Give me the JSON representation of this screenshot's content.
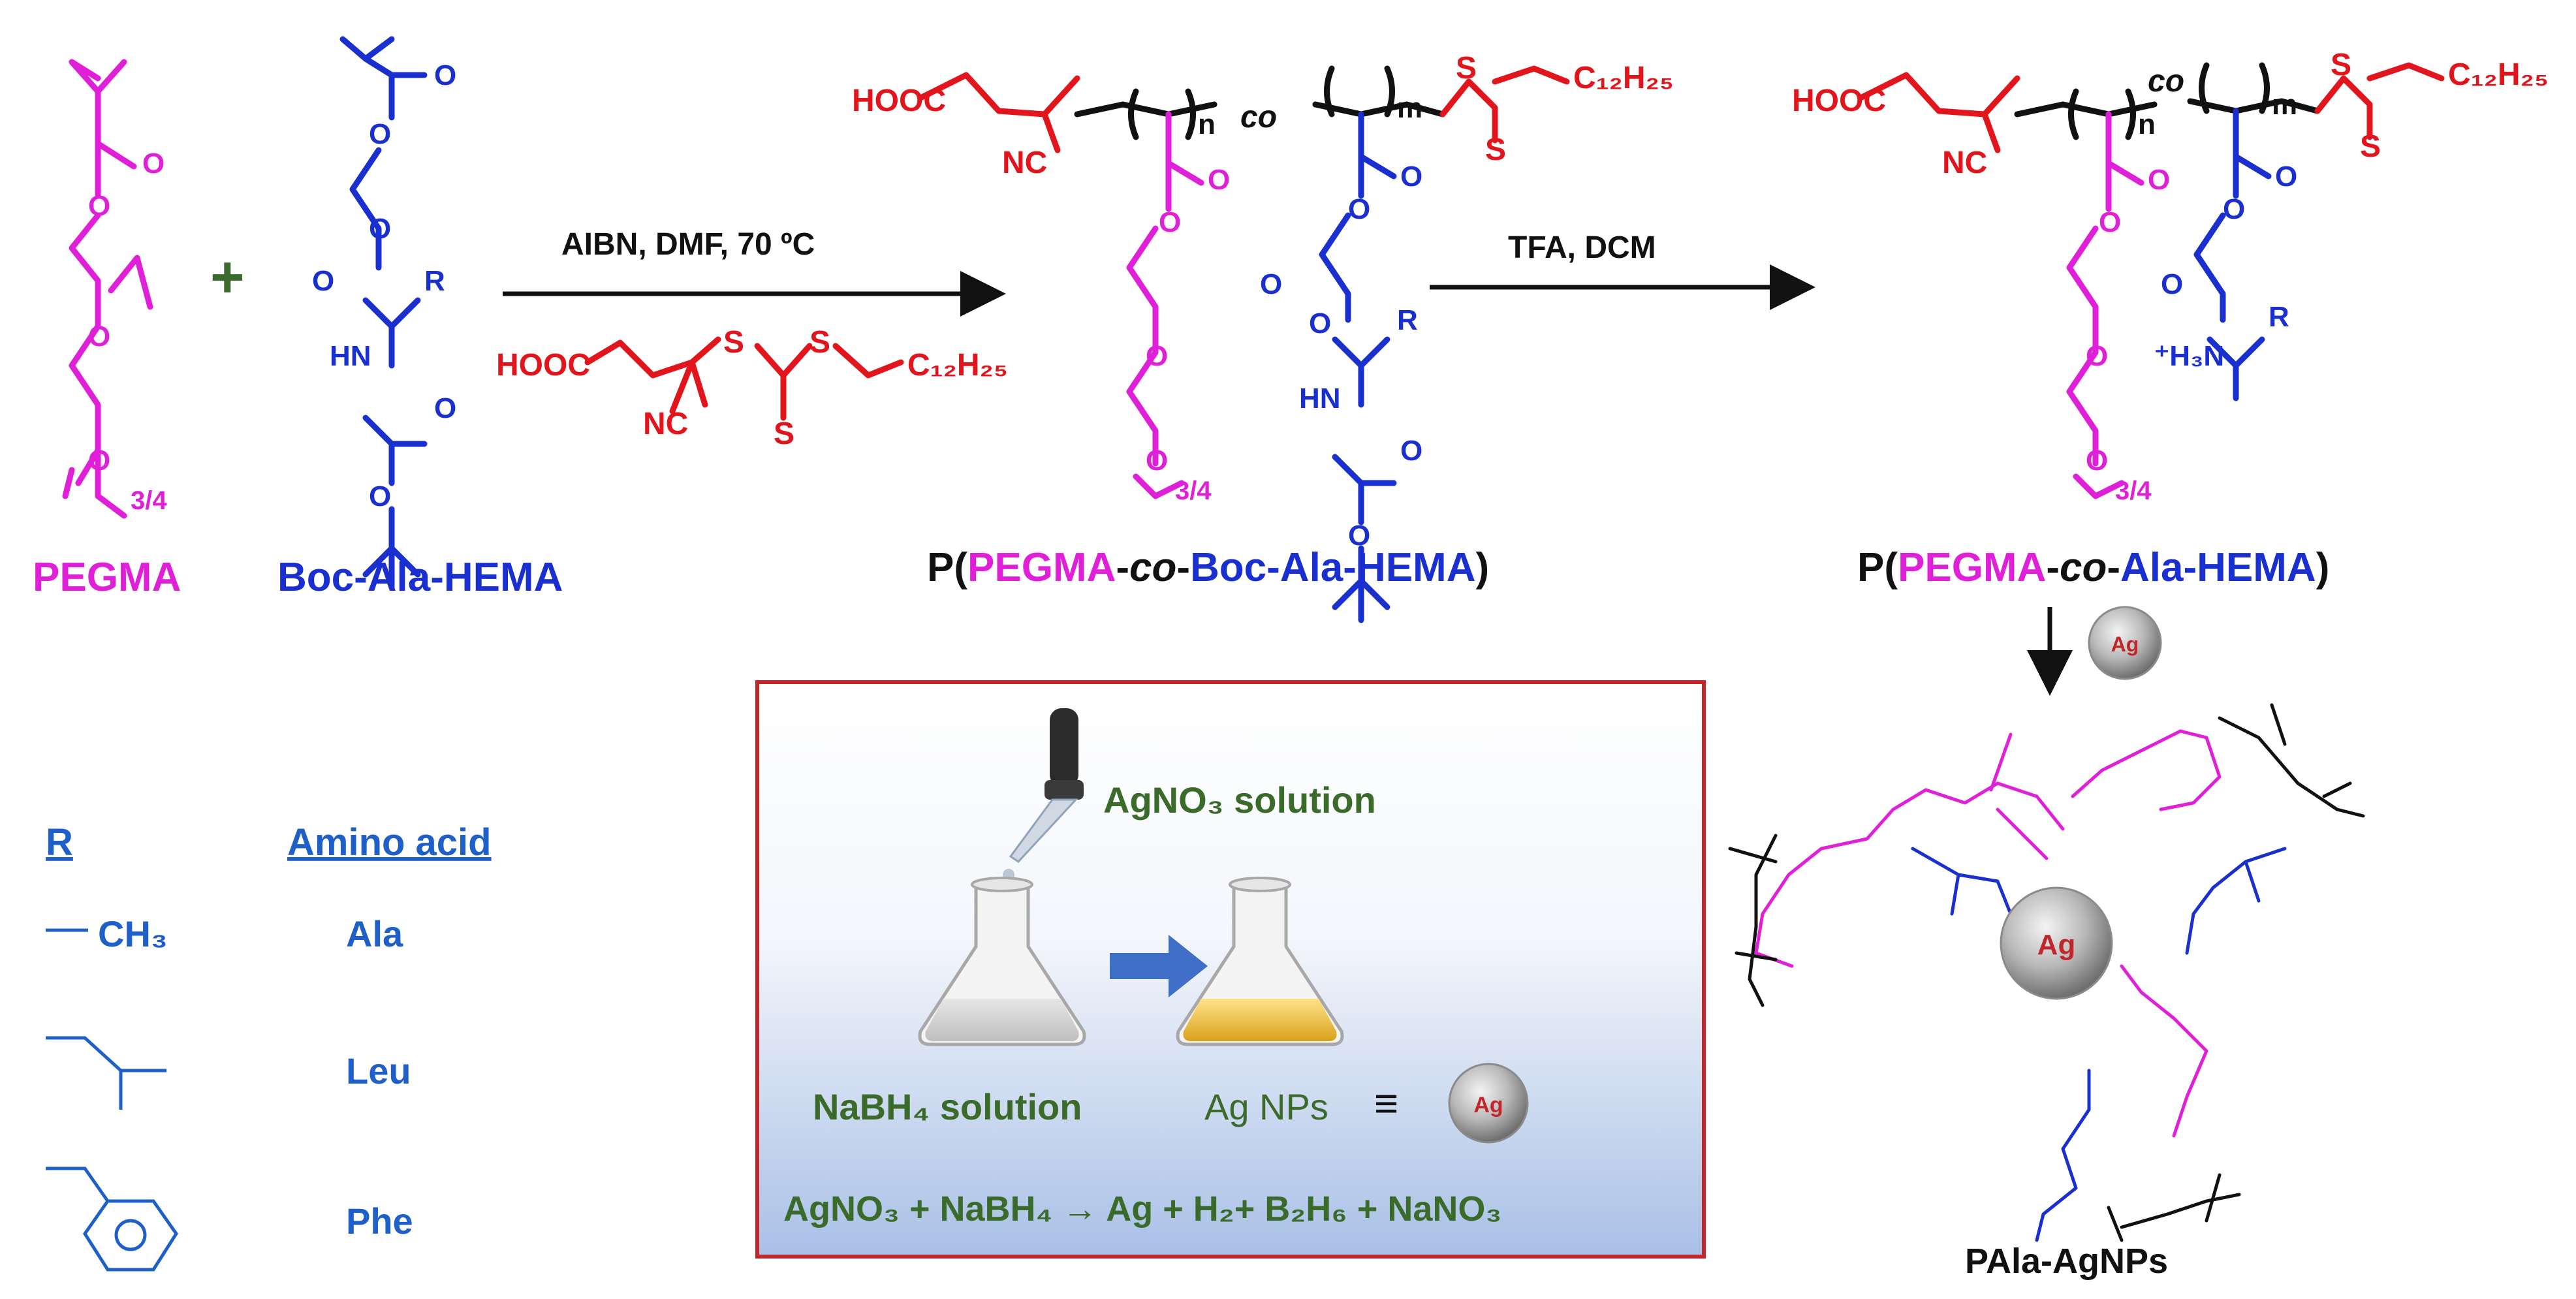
{
  "colors": {
    "pegma": "#e020d8",
    "boc": "#1a2fcf",
    "raft": "#e2141c",
    "backbone": "#111111",
    "box_green": "#3b6b2a",
    "box_border": "#c0272d",
    "r_blue": "#1f5fc8"
  },
  "monomers": {
    "pegma_label": "PEGMA",
    "boc_label": "Boc-Ala-HEMA",
    "plus": "+",
    "sub_34": "3/4",
    "o": "O",
    "hn": "HN",
    "r": "R"
  },
  "step1": {
    "conditions": "AIBN, DMF, 70 ºC"
  },
  "raft_agent": {
    "hooc": "HOOC",
    "nc": "NC",
    "s": "S",
    "c12h25": "C₁₂H₂₅"
  },
  "polymer1": {
    "label_prefix": "P(",
    "label_pegma": "PEGMA",
    "label_dash1": "-",
    "label_co": "co",
    "label_dash2": "-",
    "label_boc": "Boc-Ala-HEMA",
    "label_suffix": ")",
    "co": "co",
    "n": "n",
    "m": "m"
  },
  "step2": {
    "conditions": "TFA, DCM"
  },
  "polymer2": {
    "label_prefix": "P(",
    "label_pegma": "PEGMA",
    "label_dash1": "-",
    "label_co": "co",
    "label_dash2": "-",
    "label_ala": "Ala-HEMA",
    "label_suffix": ")",
    "h3n": "⁺H₃N"
  },
  "ag_symbol": "Ag",
  "product_label": "PAla-AgNPs",
  "r_table": {
    "header_r": "R",
    "header_amino": "Amino acid",
    "rows": [
      {
        "group": "CH₃",
        "amino": "Ala",
        "icon": "methyl-bond"
      },
      {
        "group": "",
        "amino": "Leu",
        "icon": "isobutyl-skeleton"
      },
      {
        "group": "",
        "amino": "Phe",
        "icon": "benzyl-ring"
      }
    ]
  },
  "inset": {
    "agno3_solution": "AgNO₃ solution",
    "nabh4_solution": "NaBH₄ solution",
    "ag_nps": "Ag NPs",
    "equiv": "≡",
    "equation": "AgNO₃ + NaBH₄ → Ag + H₂+ B₂H₆ + NaNO₃"
  }
}
